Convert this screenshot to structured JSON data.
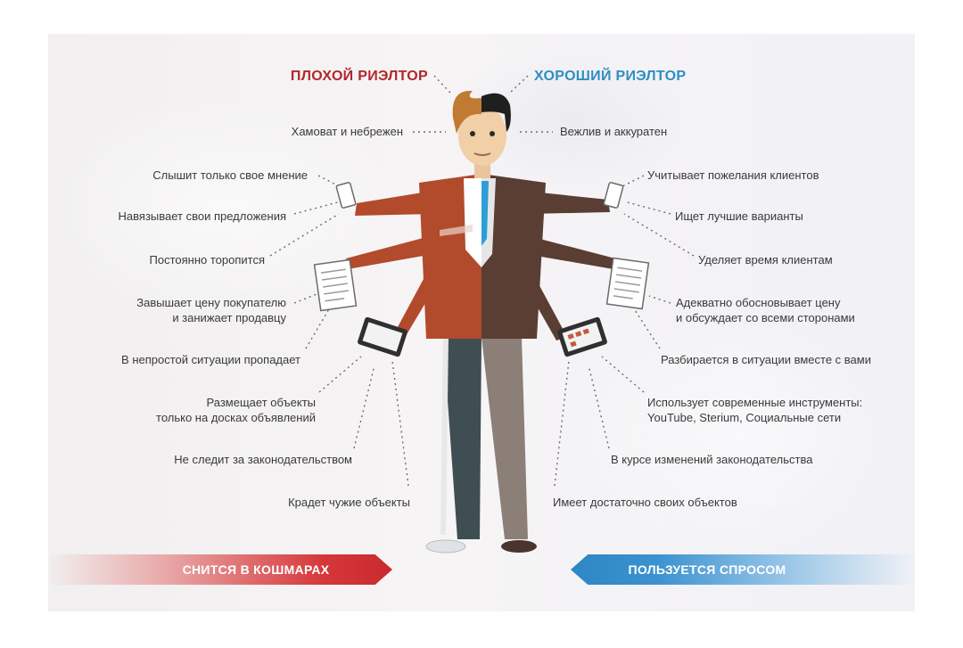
{
  "headings": {
    "bad": "ПЛОХОЙ РИЭЛТОР",
    "good": "ХОРОШИЙ РИЭЛТОР"
  },
  "bad_traits": [
    "Хамоват и небрежен",
    "Слышит только свое мнение",
    "Навязывает свои предложения",
    "Постоянно торопится",
    "Завышает цену покупателю",
    "и занижает продавцу",
    "В непростой ситуации пропадает",
    "Размещает объекты",
    "только на досках объявлений",
    "Не следит за законодательством",
    "Крадет чужие объекты"
  ],
  "good_traits": [
    "Вежлив и аккуратен",
    "Учитывает пожелания клиентов",
    "Ищет лучшие варианты",
    "Уделяет время клиентам",
    "Адекватно обосновывает цену",
    "и обсуждает со всеми сторонами",
    "Разбирается в ситуации вместе с вами",
    "Использует современные инструменты:",
    "YouTube, Sterium, Социальные сети",
    "В курсе изменений законодательства",
    "Имеет достаточно своих объектов"
  ],
  "banners": {
    "bad": "СНИТСЯ В КОШМАРАХ",
    "good": "ПОЛЬЗУЕТСЯ СПРОСОМ"
  },
  "colors": {
    "bad_accent": "#b3262e",
    "good_accent": "#2d8fc2",
    "bad_jacket": "#b24a2c",
    "good_jacket": "#5a3d33"
  }
}
